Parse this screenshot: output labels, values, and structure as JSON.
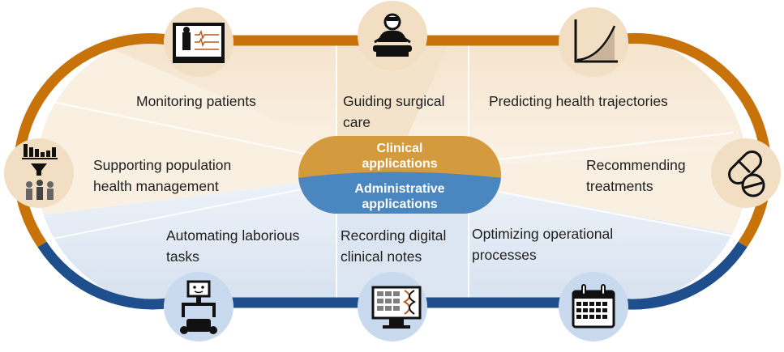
{
  "colors": {
    "clinical": "#c8730a",
    "administrative": "#1f4e8c",
    "clinical_fill": "#f6e6d0",
    "administrative_fill": "#d7e3f1",
    "icon_circle": "#f2dfc3",
    "icon_circle_admin": "#c9d9ee",
    "pill_clinical": "#d49a3e",
    "pill_admin": "#4a86c0"
  },
  "center": {
    "clinical": "Clinical applications",
    "clinical_line1": "Clinical",
    "clinical_line2": "applications",
    "administrative": "Administrative applications",
    "administrative_line1": "Administrative",
    "administrative_line2": "applications"
  },
  "segments": [
    {
      "label_lines": [
        "Monitoring patients"
      ],
      "icon": "patient-monitor-icon",
      "category": "clinical"
    },
    {
      "label_lines": [
        "Guiding surgical",
        "care"
      ],
      "icon": "surgeon-icon",
      "category": "clinical"
    },
    {
      "label_lines": [
        "Predicting health trajectories"
      ],
      "icon": "trajectory-graph-icon",
      "category": "clinical"
    },
    {
      "label_lines": [
        "Recommending",
        "treatments"
      ],
      "icon": "pills-icon",
      "category": "clinical"
    },
    {
      "label_lines": [
        "Supporting population",
        "health management"
      ],
      "icon": "population-icon",
      "category": "clinical"
    },
    {
      "label_lines": [
        "Automating laborious",
        "tasks"
      ],
      "icon": "robot-icon",
      "category": "administrative"
    },
    {
      "label_lines": [
        "Recording digital",
        "clinical notes"
      ],
      "icon": "digital-records-icon",
      "category": "administrative"
    },
    {
      "label_lines": [
        "Optimizing operational",
        "processes"
      ],
      "icon": "calendar-icon",
      "category": "administrative"
    }
  ]
}
